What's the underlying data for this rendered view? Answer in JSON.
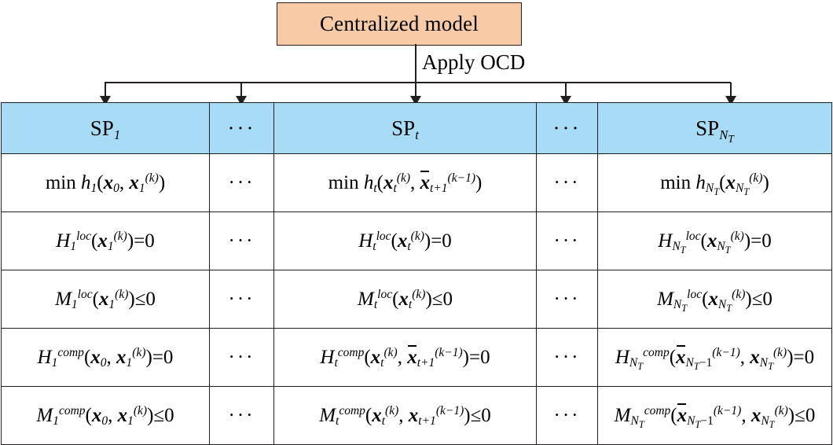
{
  "diagram": {
    "title_box": {
      "label": "Centralized model",
      "fill_color": "#F8CBA6",
      "border_color": "#231f20"
    },
    "edge_label": "Apply OCD",
    "arrow_count": 5,
    "table": {
      "header_fill": "#A8DCF6",
      "columns": [
        {
          "key": "sp1",
          "label_base": "SP",
          "label_sub": "1",
          "is_ellipsis": false
        },
        {
          "key": "dots1",
          "label": "···",
          "is_ellipsis": true
        },
        {
          "key": "spt",
          "label_base": "SP",
          "label_sub": "t",
          "is_ellipsis": false
        },
        {
          "key": "dots2",
          "label": "···",
          "is_ellipsis": true
        },
        {
          "key": "spNT",
          "label_base": "SP",
          "label_sub": "N_T",
          "is_ellipsis": false
        }
      ],
      "rows": [
        {
          "name": "objective",
          "sp1": "min h_1(x_0, x_1^(k))",
          "spt": "min h_t(x_t^(k), x̄_{t+1}^(k-1))",
          "spNT": "min h_{N_T}(x_{N_T}^(k))",
          "dots": "···"
        },
        {
          "name": "local-equality",
          "sp1": "H_1^loc(x_1^(k))=0",
          "spt": "H_t^loc(x_t^(k))=0",
          "spNT": "H_{N_T}^loc(x_{N_T}^(k))=0",
          "dots": "···"
        },
        {
          "name": "local-inequality",
          "sp1": "M_1^loc(x_1^(k))≤0",
          "spt": "M_t^loc(x_t^(k))≤0",
          "spNT": "M_{N_T}^loc(x_{N_T}^(k))≤0",
          "dots": "···"
        },
        {
          "name": "coupling-equality",
          "sp1": "H_1^comp(x_0, x_1^(k))=0",
          "spt": "H_t^comp(x_t^(k), x̄_{t+1}^(k-1))=0",
          "spNT": "H_{N_T}^comp(x̄_{N_T-1}^(k-1), x_{N_T}^(k))=0",
          "dots": "···"
        },
        {
          "name": "coupling-inequality",
          "sp1": "M_1^comp(x_0, x_1^(k))≤0",
          "spt": "M_t^comp(x_t^(k), x_{t+1}^(k-1))≤0",
          "spNT": "M_{N_T}^comp(x̄_{N_T-1}^(k-1), x_{N_T}^(k))≤0",
          "dots": "···"
        }
      ]
    }
  }
}
